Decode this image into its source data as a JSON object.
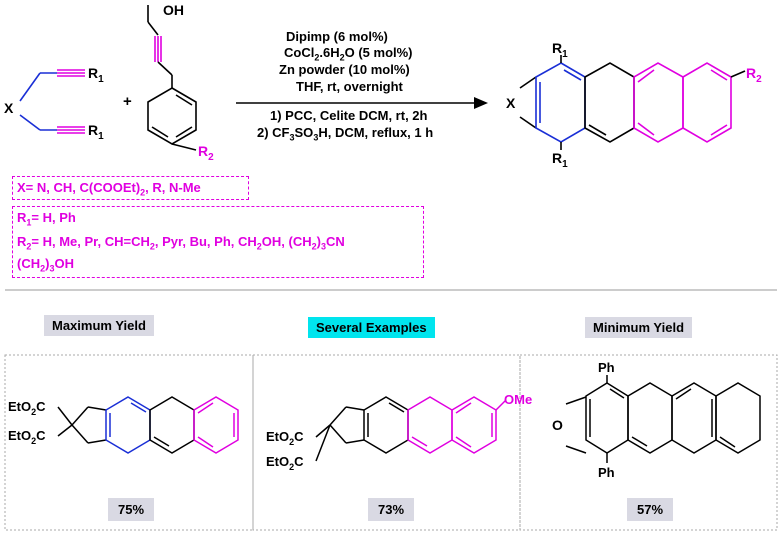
{
  "conditions": {
    "line1": "Dipimp (6 mol%)",
    "line2_a": "CoCl",
    "line2_b": "2",
    "line2_c": ".6H",
    "line2_d": "2",
    "line2_e": "O (5 mol%)",
    "line3": "Zn powder (10 mol%)",
    "line4": "THF, rt, overnight",
    "line5": "1) PCC, Celite DCM, rt, 2h",
    "line6_a": "2) CF",
    "line6_b": "3",
    "line6_c": "SO",
    "line6_d": "3",
    "line6_e": "H, DCM, reflux, 1 h"
  },
  "labels": {
    "oh": "OH",
    "plus": "+",
    "x": "X",
    "r": "R",
    "r_sub1": "1",
    "r_sub2": "2"
  },
  "variables": {
    "x_def": "X= N, CH, C(COOEt)",
    "x_def_sub": "2",
    "x_def_tail": ", R, N-Me",
    "r1_a": "R",
    "r1_sub": "1",
    "r1_b": "= H, Ph",
    "r2_a": "R",
    "r2_sub": "2",
    "r2_b": "= H, Me, Pr, CH=CH",
    "r2_sub2": "2",
    "r2_c": ", Pyr, Bu, Ph, CH",
    "r2_sub3": "2",
    "r2_d": "OH, (CH",
    "r2_sub4": "2",
    "r2_e": ")",
    "r2_sub5": "3",
    "r2_f": "CN",
    "r2_g": "(CH",
    "r2_sub6": "2",
    "r2_h": ")",
    "r2_sub7": "3",
    "r2_i": "OH"
  },
  "examples": {
    "tag_max": "Maximum Yield",
    "tag_several": "Several Examples",
    "tag_min": "Minimum Yield",
    "ester_a": "EtO",
    "ester_sub": "2",
    "ester_b": "C",
    "ome": "OMe",
    "o": "O",
    "ph": "Ph",
    "yield_max": "75%",
    "yield_several": "73%",
    "yield_min": "57%"
  },
  "colors": {
    "magenta": "#e000e0",
    "blue": "#1a2fd6",
    "cyan": "#00e5ee",
    "tag_gray": "#d9d9e3"
  }
}
